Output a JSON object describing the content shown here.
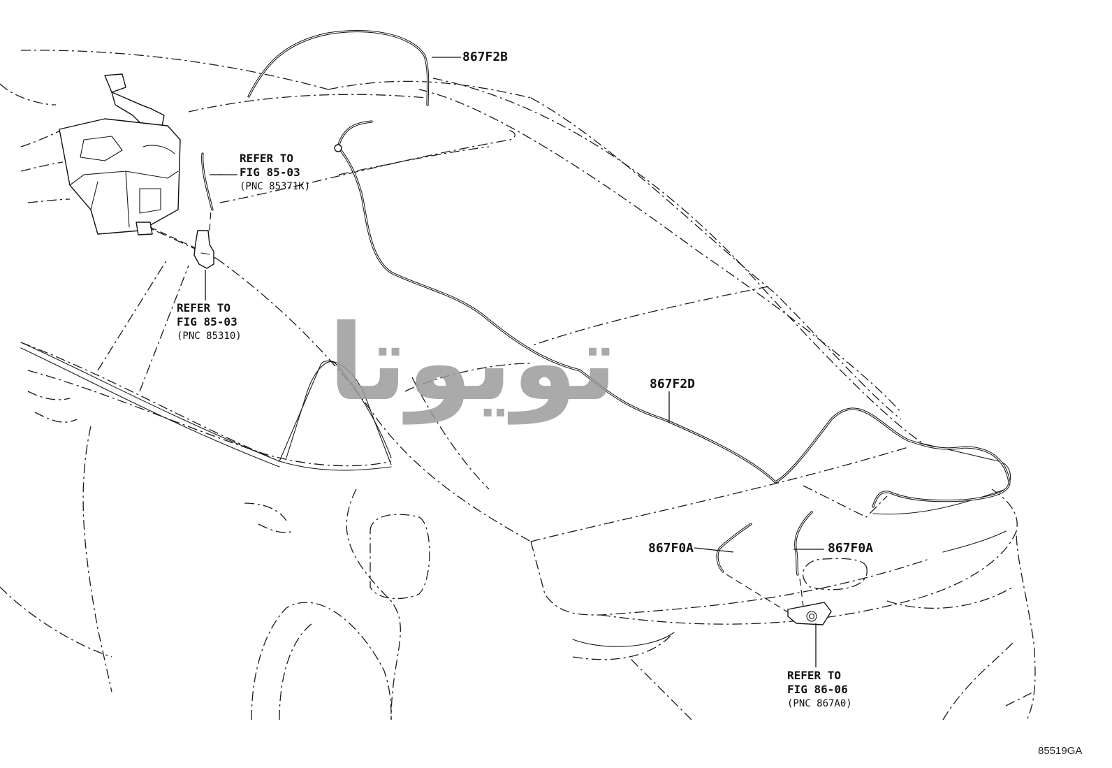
{
  "parts": {
    "p867f2b": "867F2B",
    "p867f2d": "867F2D",
    "p867f0a_left": "867F0A",
    "p867f0a_right": "867F0A"
  },
  "references": {
    "hose_ref": {
      "line1": "REFER TO",
      "line2": "FIG 85-03",
      "line3": "(PNC 85371K)"
    },
    "pump_ref": {
      "line1": "REFER TO",
      "line2": "FIG 85-03",
      "line3": "(PNC 85310)"
    },
    "nozzle_ref": {
      "line1": "REFER TO",
      "line2": "FIG 86-06",
      "line3": "(PNC 867A0)"
    }
  },
  "diagram_code": "85519GA",
  "watermark": "تویوتا"
}
